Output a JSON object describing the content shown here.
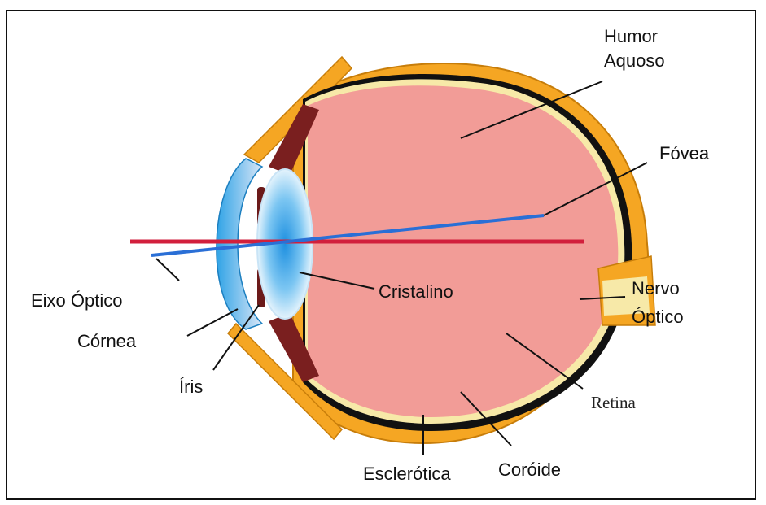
{
  "labels": {
    "humor_aquoso_line1": "Humor",
    "humor_aquoso_line2": "Aquoso",
    "fovea": "Fóvea",
    "nervo_optico_line1": "Nervo",
    "nervo_optico_line2": "Óptico",
    "retina": "Retina",
    "coroide": "Coróide",
    "esclerotica": "Esclerótica",
    "cristalino": "Cristalino",
    "eixo_optico": "Eixo Óptico",
    "cornea": "Córnea",
    "iris": "Íris"
  },
  "colors": {
    "sclera": "#f5a623",
    "sclera_edge": "#c77d0a",
    "choroid": "#111111",
    "retina_layer": "#f7e9a8",
    "vitreous": "#f29c97",
    "ciliary": "#7a1f1f",
    "cornea": "#2fa3e6",
    "lens_center": "#1e90e0",
    "optic_axis": "#d21f3c",
    "visual_axis": "#2a6fd6"
  }
}
